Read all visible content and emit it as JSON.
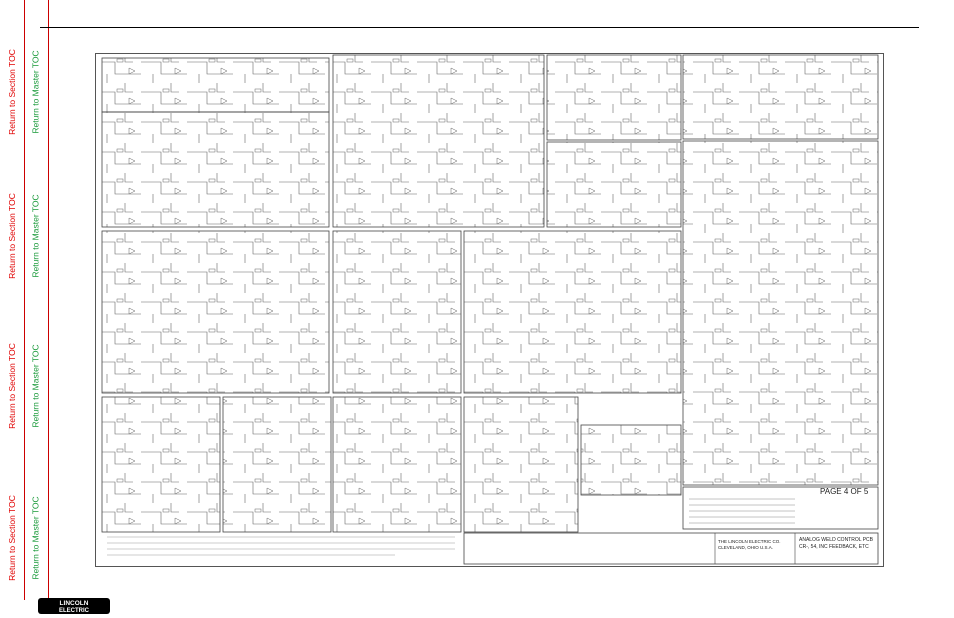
{
  "sidebar": {
    "links": [
      {
        "section": "Return to Section TOC",
        "master": "Return to Master TOC"
      },
      {
        "section": "Return to Section TOC",
        "master": "Return to Master TOC"
      },
      {
        "section": "Return to Section TOC",
        "master": "Return to Master TOC"
      },
      {
        "section": "Return to Section TOC",
        "master": "Return to Master TOC"
      }
    ],
    "section_color": "#e00000",
    "master_color": "#1a9a3a"
  },
  "sheet": {
    "page_label": "PAGE 4 OF 5",
    "company_line1": "THE LINCOLN ELECTRIC CO.",
    "company_line2": "CLEVELAND, OHIO U.S.A.",
    "title_line1": "ANALOG WELD CONTROL PCB",
    "title_line2": "CR-, 54, INC FEEDBACK, ETC"
  },
  "footer": {
    "logo_line1": "LINCOLN",
    "logo_line2": "ELECTRIC"
  }
}
